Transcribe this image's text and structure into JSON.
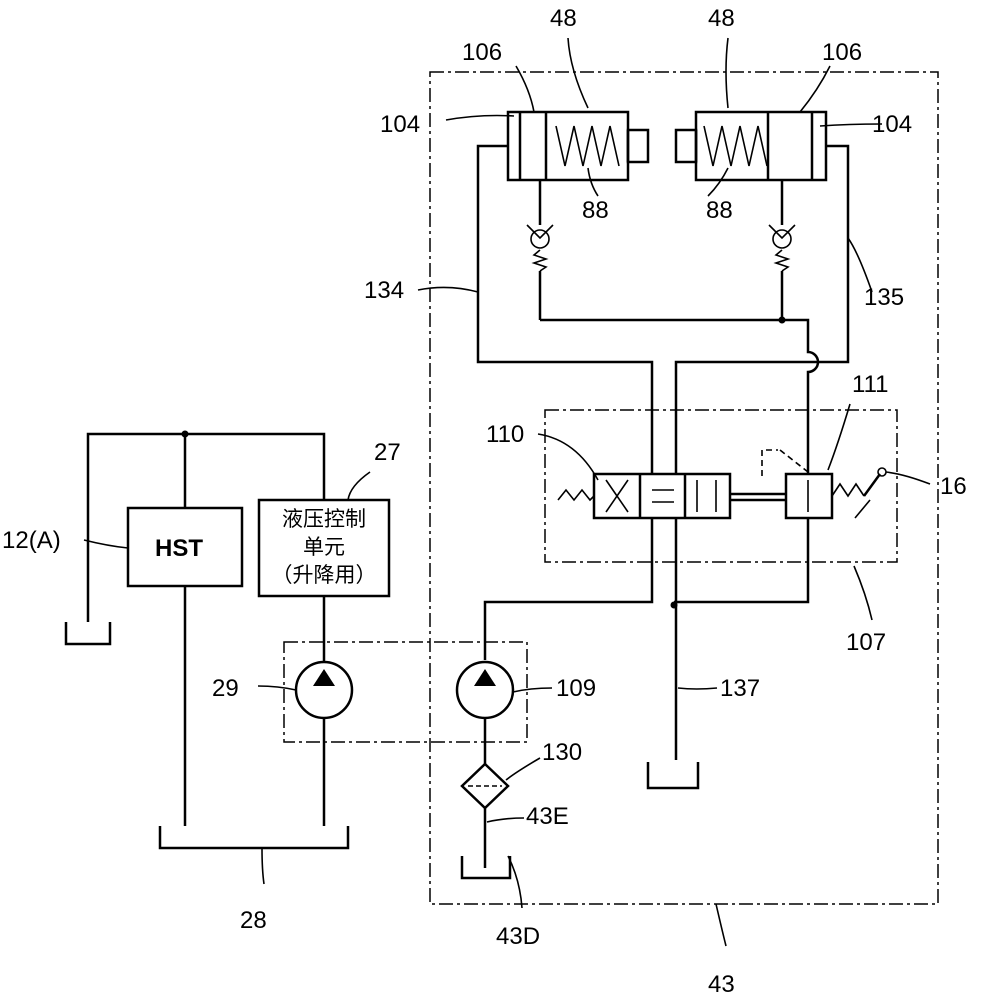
{
  "labels": {
    "l48a": "48",
    "l48b": "48",
    "l106a": "106",
    "l106b": "106",
    "l104a": "104",
    "l104b": "104",
    "l88a": "88",
    "l88b": "88",
    "l134": "134",
    "l135": "135",
    "l111": "111",
    "l110": "110",
    "l27": "27",
    "l16": "16",
    "l12A": "12(A)",
    "lHST": "HST",
    "l107": "107",
    "l29": "29",
    "l109": "109",
    "l137": "137",
    "l130": "130",
    "l43E": "43E",
    "l28": "28",
    "l43D": "43D",
    "l43": "43"
  },
  "unit27": {
    "line1": "液压控制",
    "line2": "单元",
    "line3": "（升降用）"
  }
}
